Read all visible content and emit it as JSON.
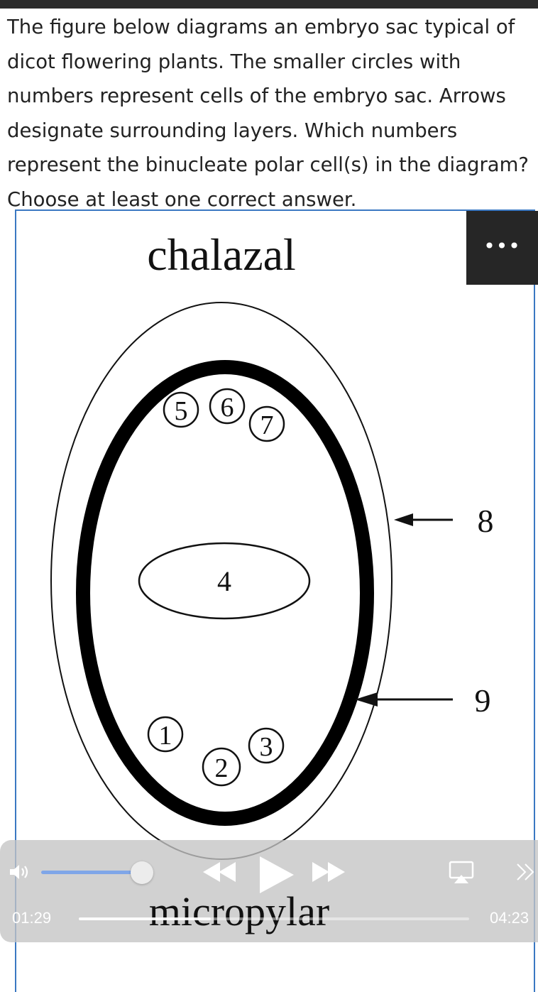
{
  "question": {
    "lines": [
      "The figure below diagrams an embryo sac typical of",
      "dicot flowering plants. The smaller circles with",
      "numbers represent cells of the embryo sac.   Arrows",
      "designate surrounding layers.  Which numbers",
      "represent the binucleate polar cell(s) in the diagram?",
      "Choose at least one correct answer."
    ]
  },
  "figure": {
    "top_label": "chalazal",
    "bottom_label": "micropylar",
    "cells": [
      "5",
      "6",
      "7",
      "4",
      "1",
      "2",
      "3"
    ],
    "arrow_labels": [
      "8",
      "9"
    ]
  },
  "more_button": {
    "label": "•••"
  },
  "player": {
    "current_time": "01:29",
    "duration": "04:23",
    "progress": 0.339,
    "volume": 0.85
  }
}
